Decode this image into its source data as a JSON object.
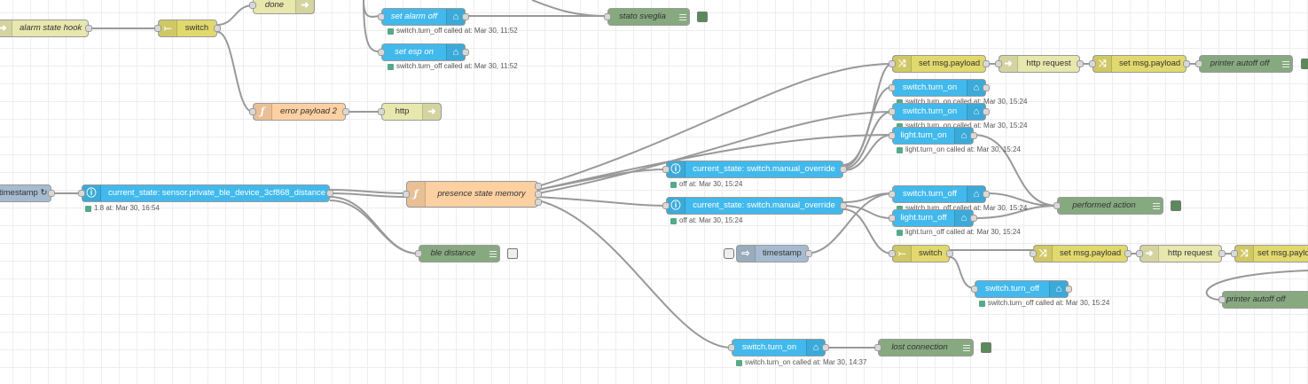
{
  "nodes": {
    "alarm_state_hook": "alarm state hook",
    "switch_top": "switch",
    "done": "done",
    "set_alarm_off": "set alarm off",
    "set_alarm_off_status": "switch.turn_off called at: Mar 30, 11:52",
    "set_esp_on": "set esp on",
    "set_esp_on_status": "switch.turn_off called at: Mar 30, 11:52",
    "stato_sveglia": "stato sveglia",
    "error_payload_2": "error payload 2",
    "http": "http",
    "timestamp_left": "timestamp ↻",
    "current_state_ble": "current_state: sensor.private_ble_device_3cf868_distance",
    "current_state_ble_status": "1.8 at: Mar 30, 16:54",
    "presence_state_memory": "presence state memory",
    "ble_distance": "ble distance",
    "current_state_override_1": "current_state: switch.manual_override",
    "current_state_override_1_status": "off at: Mar 30, 15:24",
    "current_state_override_2": "current_state: switch.manual_override",
    "current_state_override_2_status": "off at: Mar 30, 15:24",
    "set_msg_payload_1": "set msg.payload",
    "http_request_1": "http request",
    "set_msg_payload_2": "set msg.payload",
    "printer_autoff_off_1": "printer autoff off",
    "switch_turn_on_1": "switch.turn_on",
    "switch_turn_on_1_status": "switch.turn_on called at: Mar 30, 15:24",
    "switch_turn_on_2": "switch.turn_on",
    "switch_turn_on_2_status": "switch.turn_on called at: Mar 30, 15:24",
    "light_turn_on": "light.turn_on",
    "light_turn_on_status": "light.turn_on called at: Mar 30, 15:24",
    "switch_turn_off_1": "switch.turn_off",
    "switch_turn_off_1_status": "switch.turn_off called at: Mar 30, 15:24",
    "light_turn_off": "light.turn_off",
    "light_turn_off_status": "light.turn_off called at: Mar 30, 15:24",
    "performed_action": "performed action",
    "timestamp_mid": "timestamp",
    "switch_mid": "switch",
    "set_msg_payload_3": "set msg.payload",
    "http_request_2": "http request",
    "set_msg_payload_4": "set msg.payload",
    "switch_turn_off_2": "switch.turn_off",
    "switch_turn_off_2_status": "switch.turn_off called at: Mar 30, 15:24",
    "printer_autoff_off_2": "printer autoff off",
    "switch_turn_on_3": "switch.turn_on",
    "switch_turn_on_3_status": "switch.turn_on called at: Mar 30, 14:37",
    "lost_connection": "lost connection"
  },
  "icons": {
    "ha": "home-assistant-icon",
    "function": "function-icon",
    "switch": "switch-icon",
    "change": "change-icon",
    "http": "http-icon",
    "debug": "debug-icon",
    "inject": "inject-icon"
  },
  "colors": {
    "home_assistant": "#41b9ec",
    "function": "#fdd0a2",
    "switch": "#e2d96e",
    "http": "#e7e7ae",
    "debug": "#87a980",
    "inject": "#a6bbcf",
    "status_ok": "#55aa88"
  }
}
